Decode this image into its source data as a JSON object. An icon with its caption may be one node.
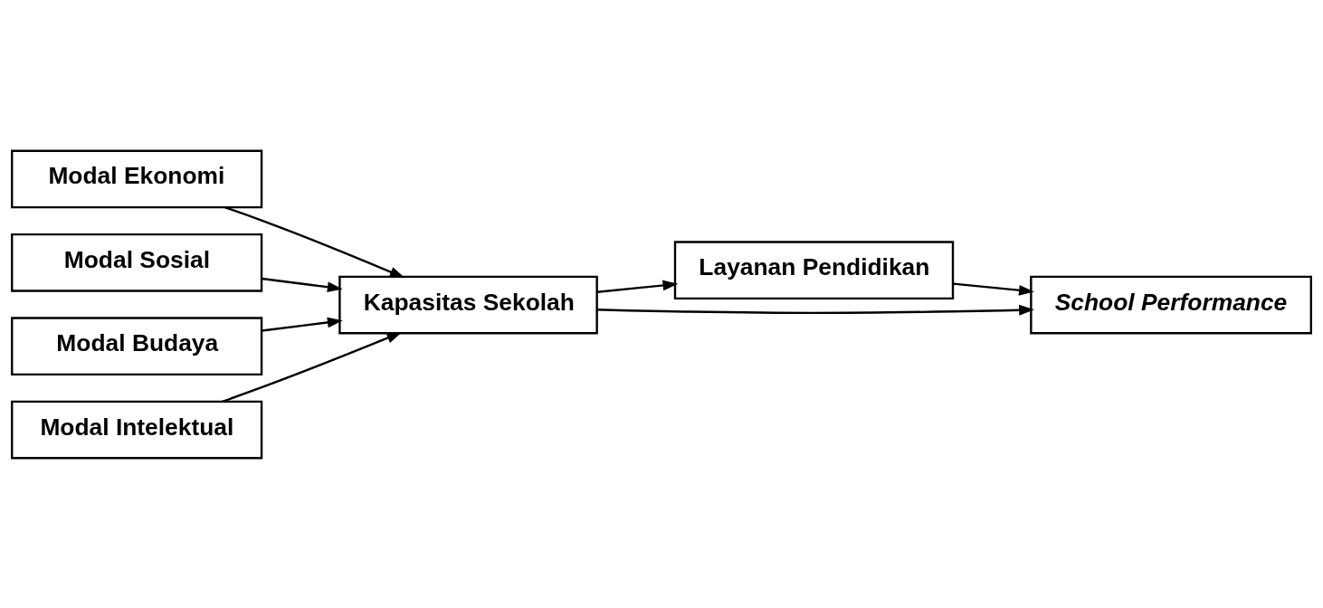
{
  "diagram": {
    "nodes": [
      {
        "text": [
          "Modal Ekonomi"
        ]
      },
      {
        "text": [
          "Modal Sosial"
        ]
      },
      {
        "text": [
          "Modal Budaya"
        ]
      },
      {
        "text": [
          "Modal Intelektual"
        ]
      },
      {
        "text": [
          "Kapasitas Sekolah"
        ]
      },
      {
        "text": [
          "Layanan Pendidikan"
        ]
      },
      {
        "text": [
          "School Performance"
        ]
      }
    ],
    "edges": [
      {
        "from": 0,
        "to": 4,
        "arrow": "to"
      },
      {
        "from": 1,
        "to": 4,
        "arrow": "to"
      },
      {
        "from": 2,
        "to": 4,
        "arrow": "to"
      },
      {
        "from": 3,
        "to": 4,
        "arrow": "to"
      },
      {
        "from": 4,
        "to": 5,
        "arrow": "to"
      },
      {
        "from": 4,
        "to": 6,
        "arrow": "to"
      },
      {
        "from": 5,
        "to": 6,
        "arrow": "to"
      }
    ]
  }
}
